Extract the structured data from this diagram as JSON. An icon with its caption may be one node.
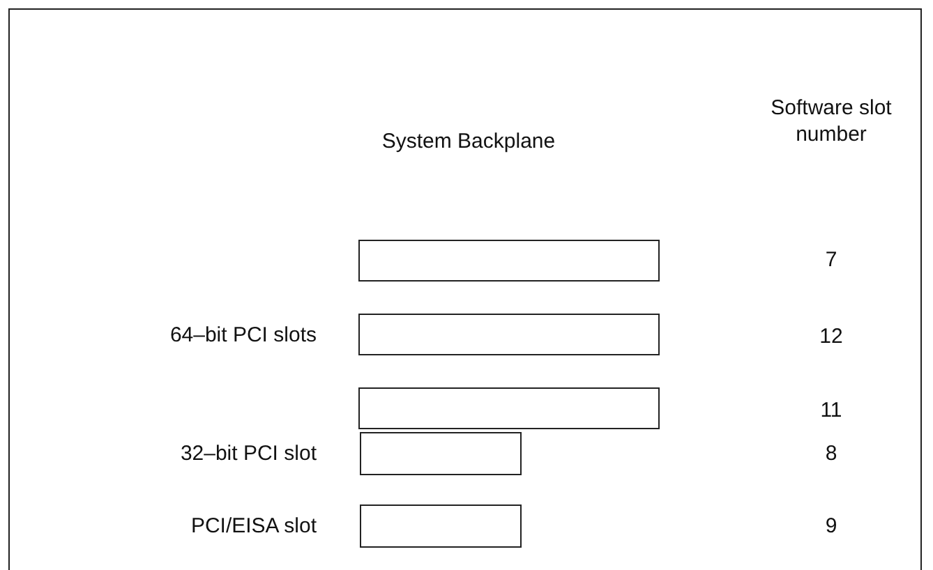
{
  "diagram": {
    "title": "System Backplane",
    "nodes": [
      {
        "text": [],
        "shape": "box"
      },
      {
        "text": [],
        "shape": "box"
      },
      {
        "text": [],
        "shape": "box"
      },
      {
        "text": [],
        "shape": "box"
      },
      {
        "text": [],
        "shape": "box"
      }
    ],
    "labels": [
      "Software slot number",
      "7",
      "64–bit PCI slots",
      "12",
      "11",
      "32–bit PCI slot",
      "8",
      "PCI/EISA slot",
      "9"
    ]
  }
}
